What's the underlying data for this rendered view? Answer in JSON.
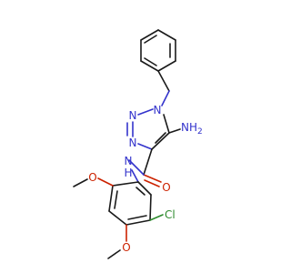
{
  "molecule": {
    "colors": {
      "bond": "#1a1a1a",
      "nitrogen": "#3333cc",
      "oxygen": "#cc2200",
      "chlorine": "#2e8b2e"
    },
    "labels": {
      "n1": "N",
      "n2": "N",
      "n3": "N",
      "nh2": "NH",
      "nh2_sub": "2",
      "carbonyl_o": "O",
      "amide_n": "N",
      "amide_h": "H",
      "ome1_o": "O",
      "ome2_o": "O",
      "cl": "Cl"
    }
  }
}
